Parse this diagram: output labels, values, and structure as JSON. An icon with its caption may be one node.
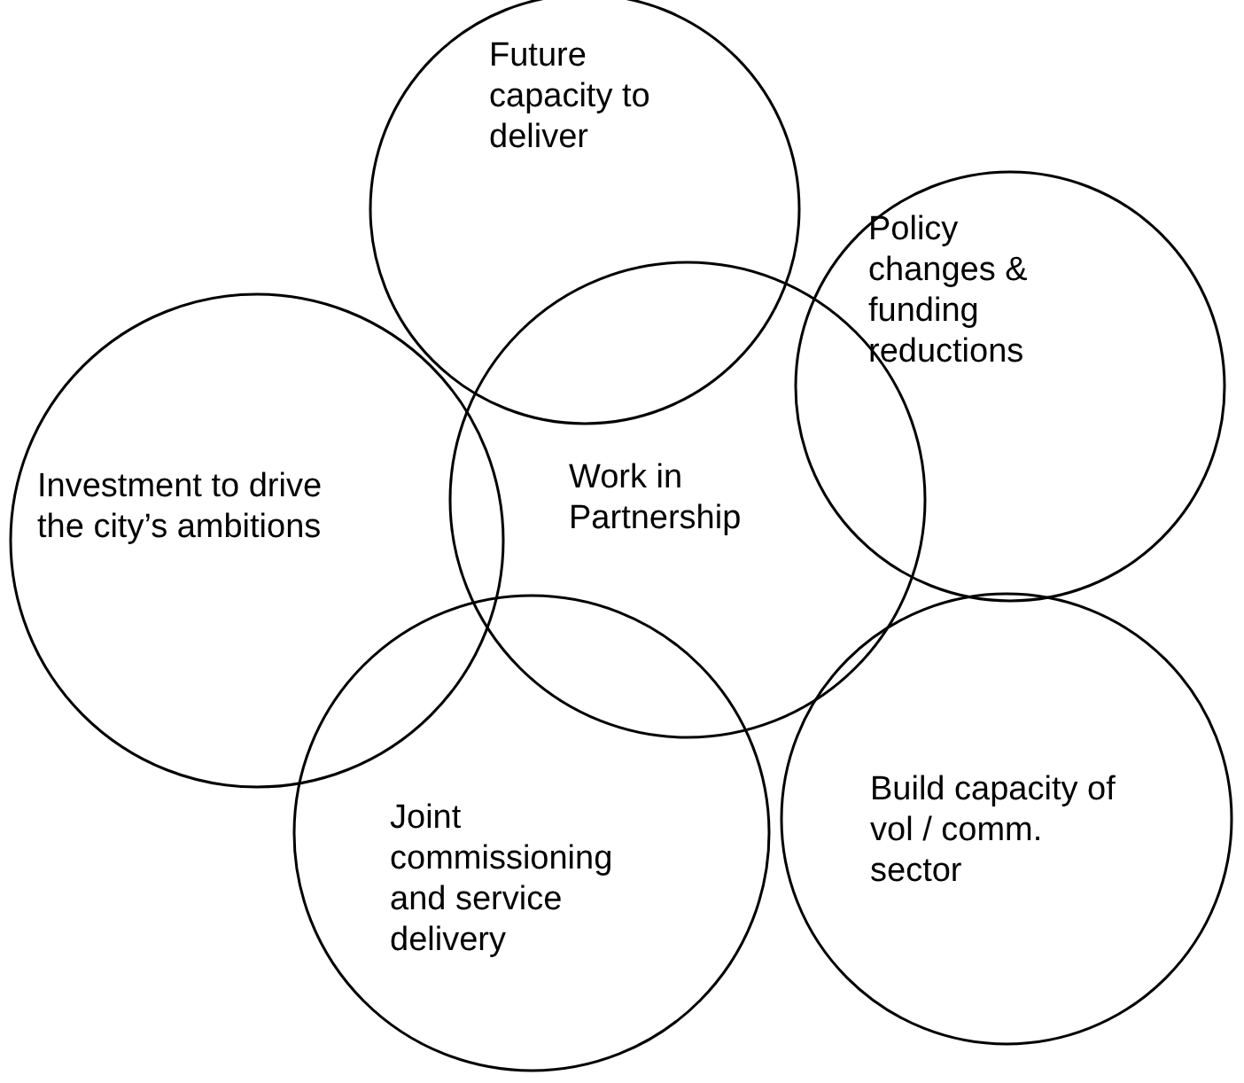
{
  "diagram": {
    "nodes": [
      {
        "text": [
          "Future capacity to deliver"
        ]
      },
      {
        "text": [
          "Policy changes & funding reductions"
        ]
      },
      {
        "text": [
          "Investment to drive the city’s ambitions"
        ]
      },
      {
        "text": [
          "Work in Partnership"
        ]
      },
      {
        "text": [
          "Build capacity of vol / comm. sector"
        ]
      },
      {
        "text": [
          "Joint commissioning and service delivery"
        ]
      }
    ]
  }
}
